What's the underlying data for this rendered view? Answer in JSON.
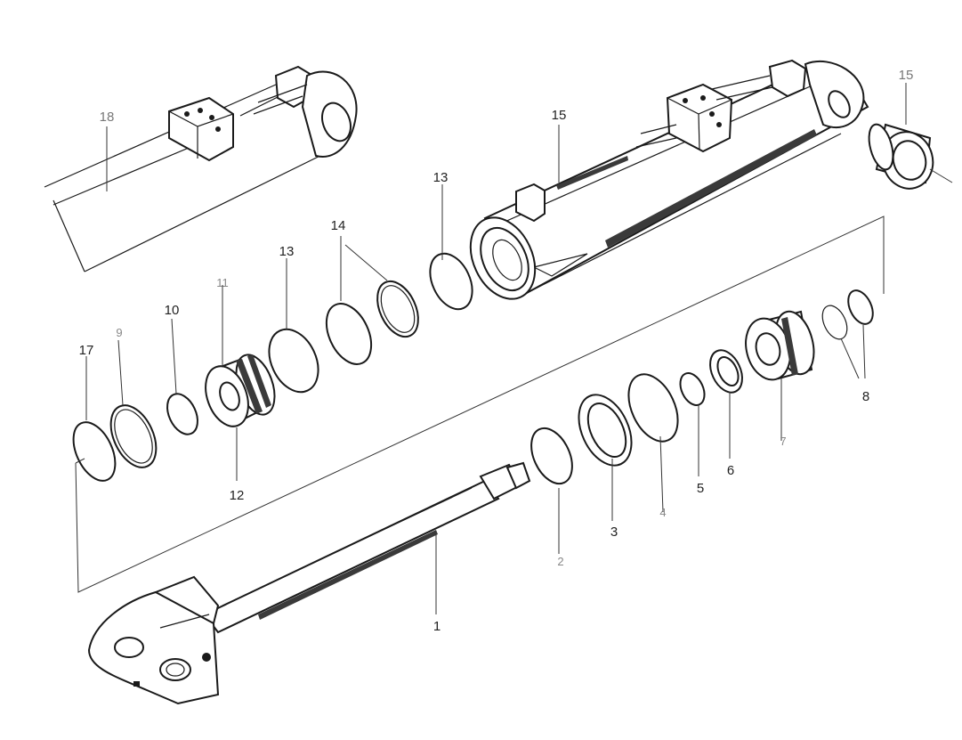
{
  "diagram": {
    "callouts": {
      "n1": "1",
      "n2": "2",
      "n3": "3",
      "n4": "4",
      "n5": "5",
      "n6": "6",
      "n7": "7",
      "n8": "8",
      "n9": "9",
      "n10": "10",
      "n11": "11",
      "n12": "12",
      "n13a": "13",
      "n13b": "13",
      "n14": "14",
      "n15a": "15",
      "n15b": "15",
      "n17": "17",
      "n18": "18"
    }
  }
}
